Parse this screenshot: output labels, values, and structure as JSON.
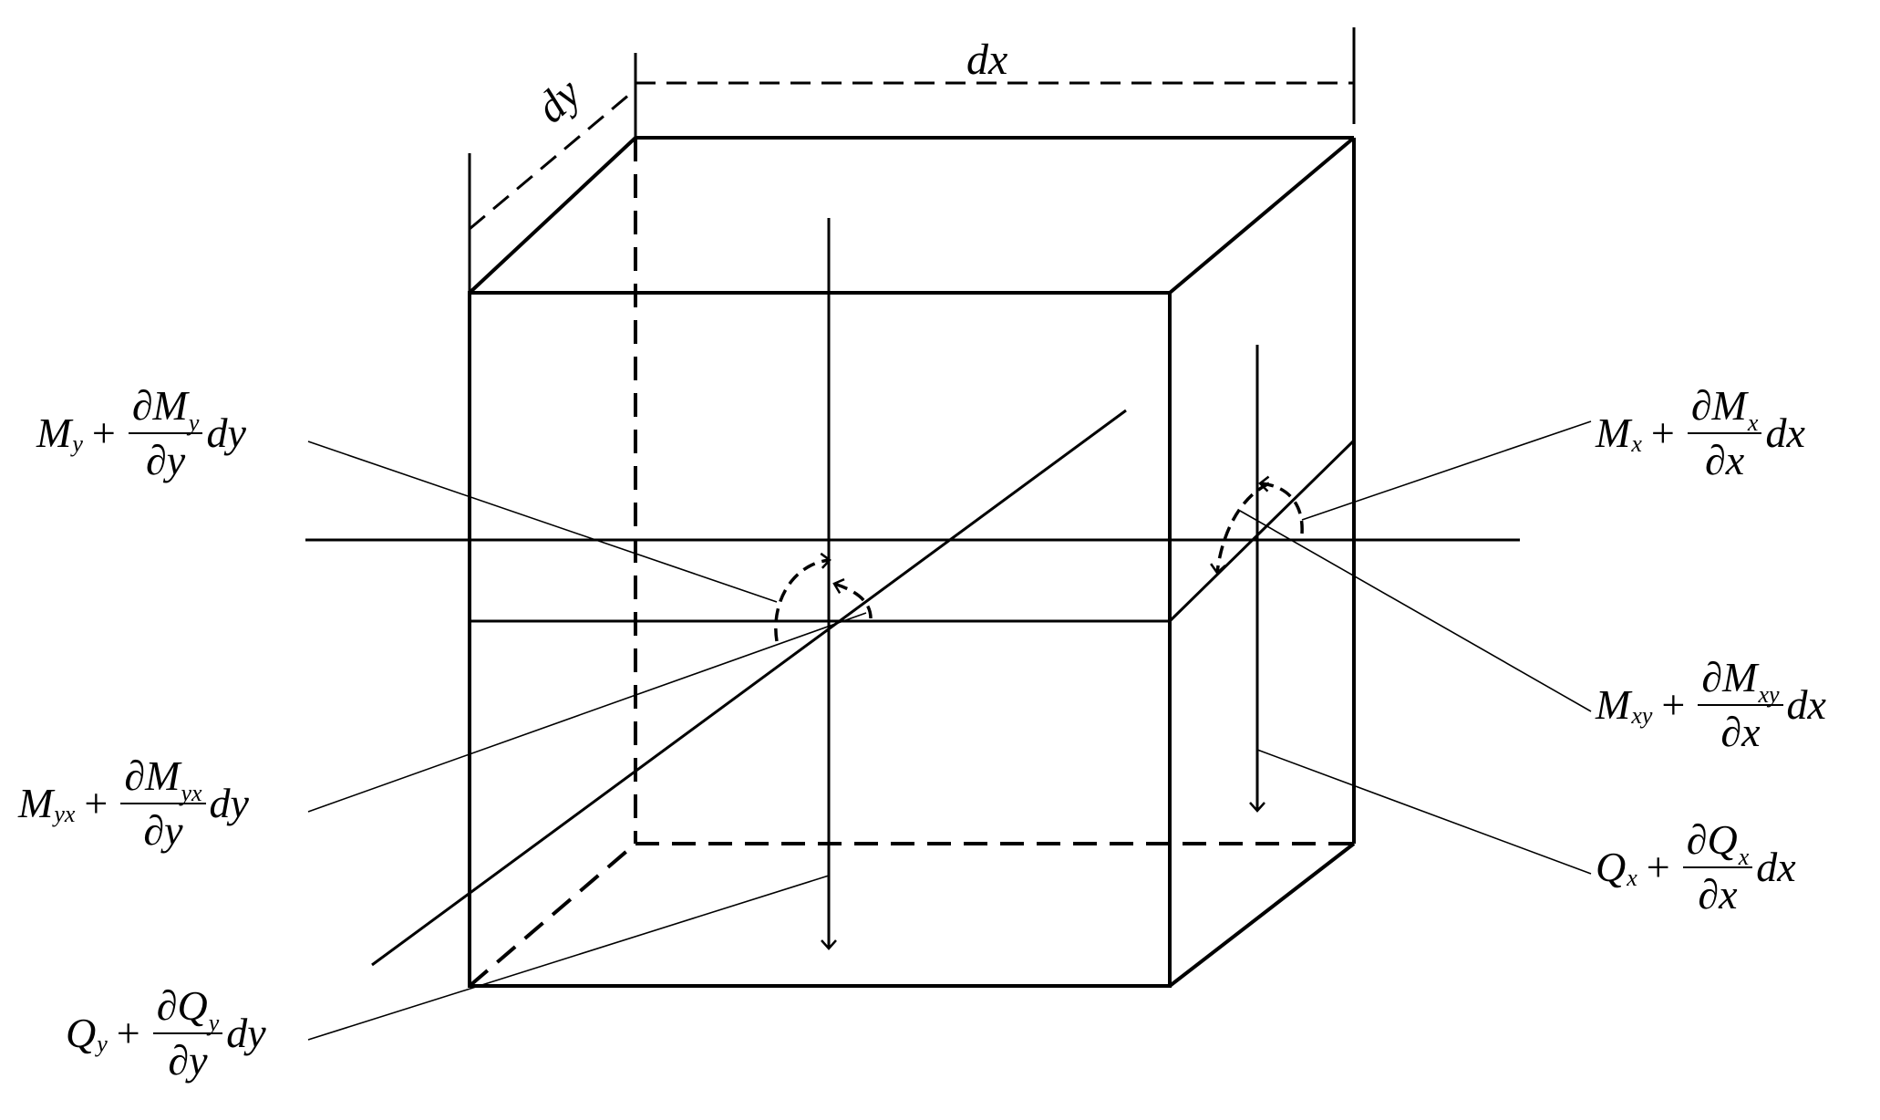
{
  "dimensions": {
    "dx": "dx",
    "dy": "dy"
  },
  "labels": {
    "my": {
      "base": "M",
      "sub": "y",
      "op": "+",
      "num": "∂M",
      "num_sub": "y",
      "den": "∂y",
      "tail": "dy"
    },
    "myx": {
      "base": "M",
      "sub": "yx",
      "op": "+",
      "num": "∂M",
      "num_sub": "yx",
      "den": "∂y",
      "tail": "dy"
    },
    "qy": {
      "base": "Q",
      "sub": "y",
      "op": "+",
      "num": "∂Q",
      "num_sub": "y",
      "den": "∂y",
      "tail": "dy"
    },
    "mx": {
      "base": "M",
      "sub": "x",
      "op": "+",
      "num": "∂M",
      "num_sub": "x",
      "den": "∂x",
      "tail": "dx"
    },
    "mxy": {
      "base": "M",
      "sub": "xy",
      "op": "+",
      "num": "∂M",
      "num_sub": "xy",
      "den": "∂x",
      "tail": "dx"
    },
    "qx": {
      "base": "Q",
      "sub": "x",
      "op": "+",
      "num": "∂Q",
      "num_sub": "x",
      "den": "∂x",
      "tail": "dx"
    }
  }
}
